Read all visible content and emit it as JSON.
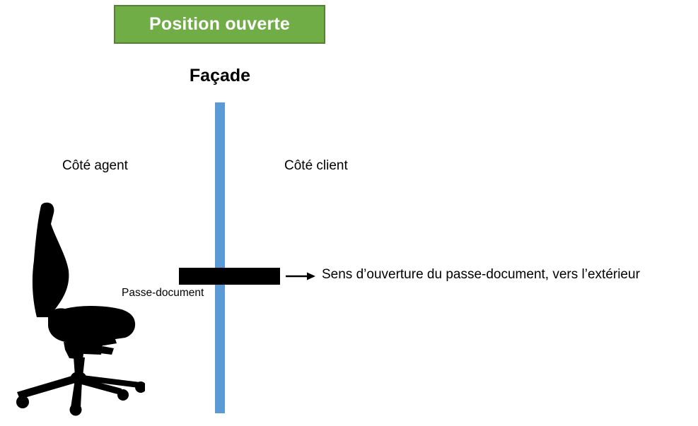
{
  "colors": {
    "accent_green": "#70AD47",
    "accent_green_border": "#548235",
    "accent_blue": "#5B9BD5",
    "ink": "#000000",
    "banner_text": "#FFFFFF"
  },
  "banner": {
    "label": "Position ouverte"
  },
  "facade": {
    "label": "Façade"
  },
  "sides": {
    "agent_label": "Côté agent",
    "client_label": "Côté client"
  },
  "passe_document": {
    "label": "Passe-document"
  },
  "direction": {
    "note": "Sens d’ouverture du passe-document, vers l’extérieur"
  },
  "icons": {
    "chair": "office-chair-silhouette",
    "arrow": "right-arrow"
  }
}
